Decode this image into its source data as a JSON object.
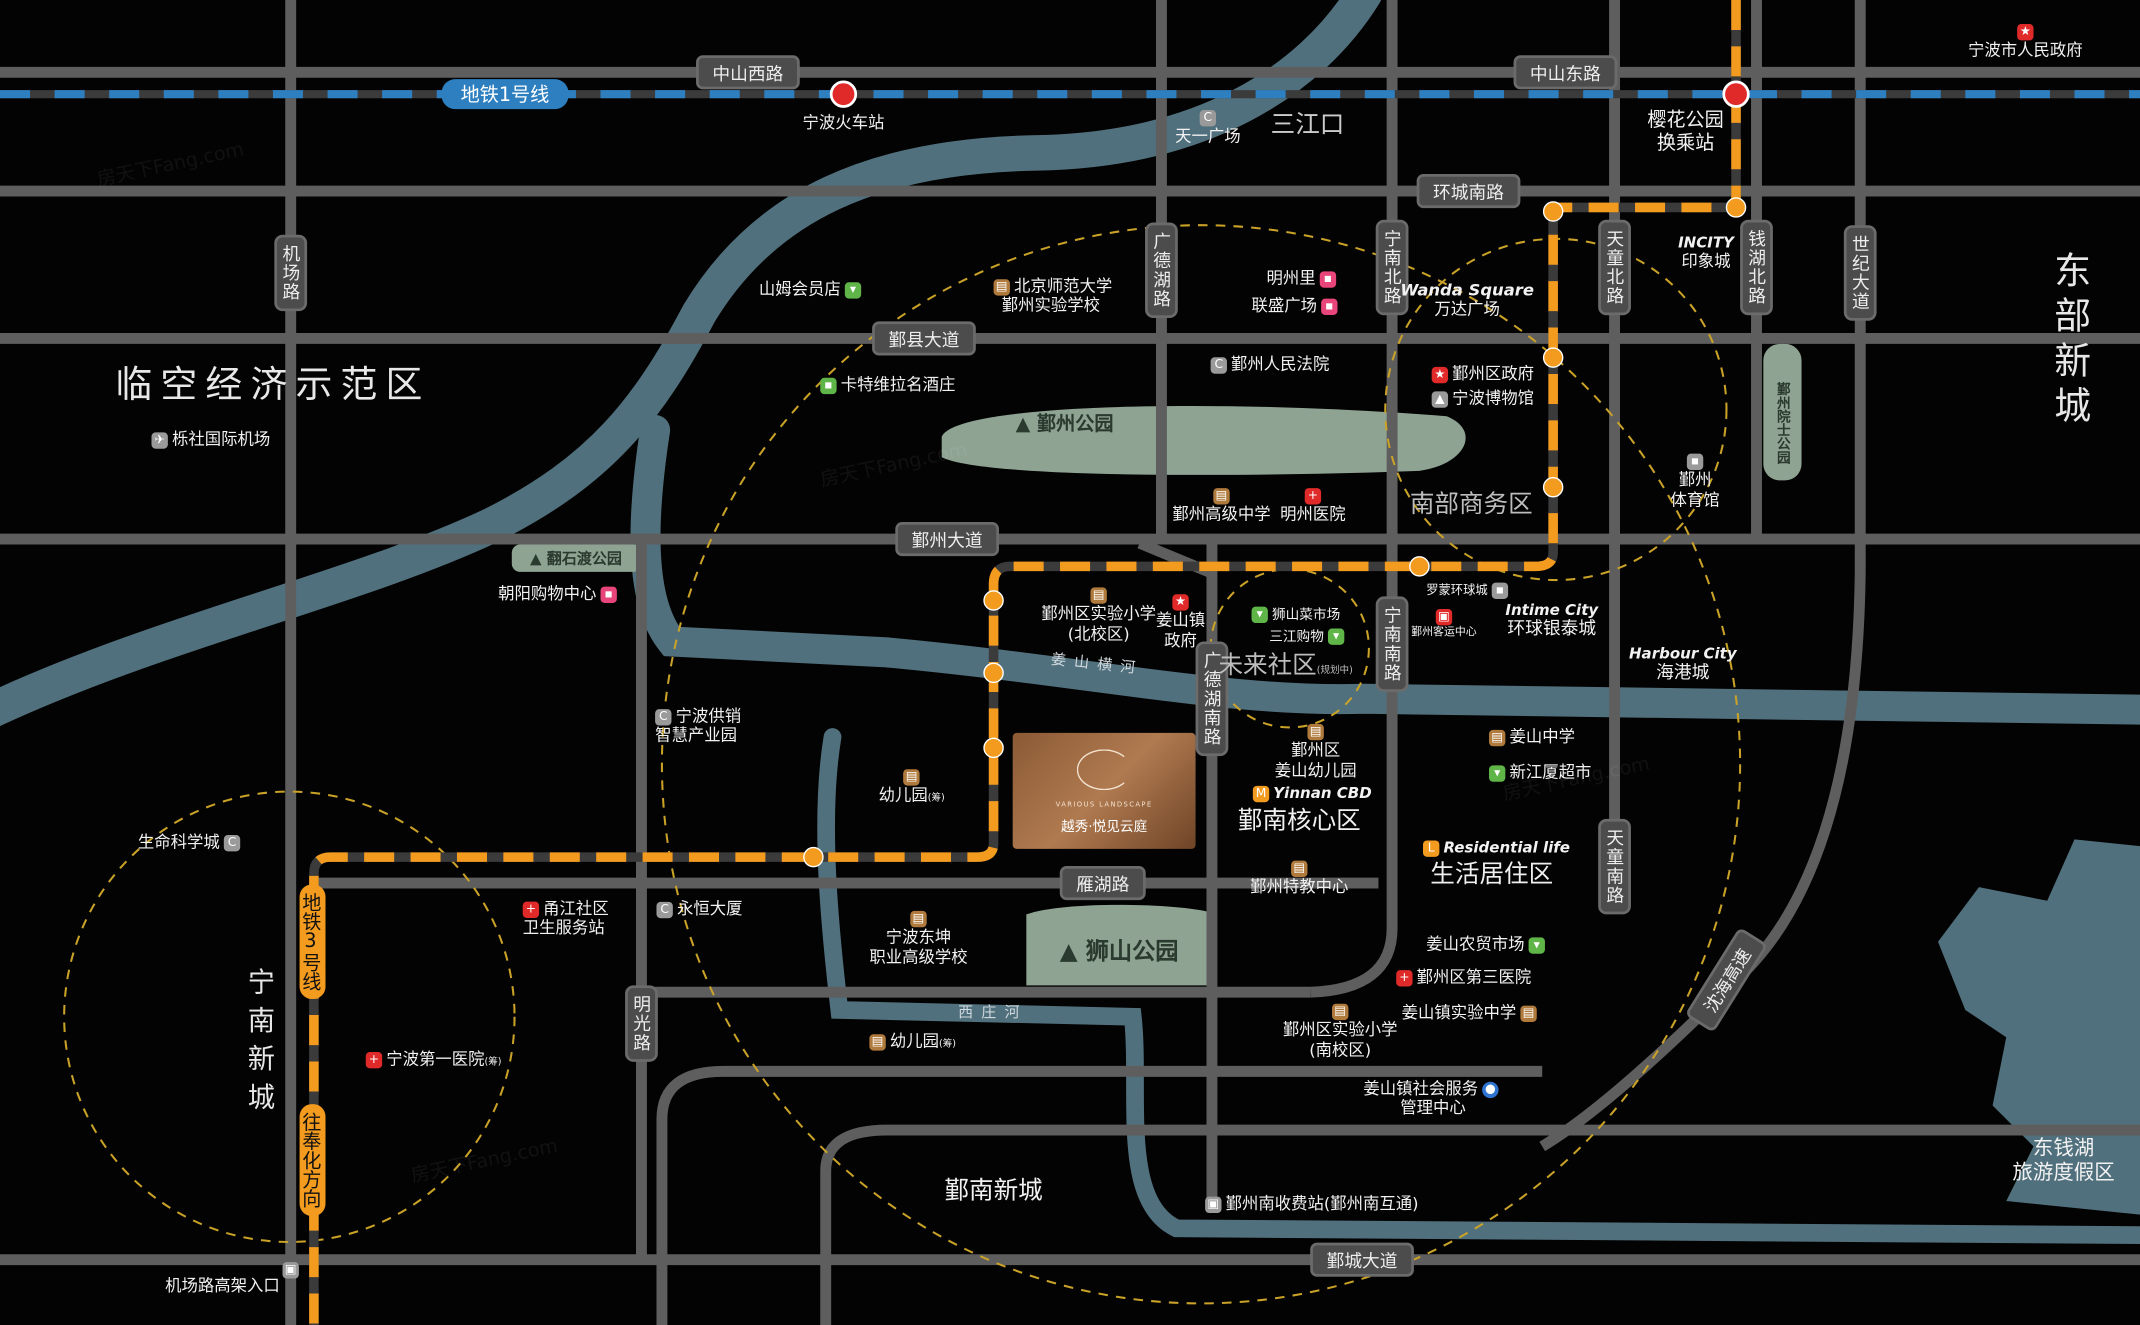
{
  "watermark": "房天下Fang.com",
  "colors": {
    "background": "#030303",
    "road": "#5e5e5e",
    "river": "#51707d",
    "park": "#8fa393",
    "metro1": "#2e7fc0",
    "metro3": "#f29b1f",
    "circle": "#c9a227"
  },
  "metro": {
    "line1": "地铁1号线",
    "line3": "地铁3号线",
    "direction": "往奉化方向"
  },
  "roads": {
    "zhongshan_w": "中山西路",
    "zhongshan_e": "中山东路",
    "huancheng_s": "环城南路",
    "yinxian": "鄞县大道",
    "yinzhou": "鄞州大道",
    "yanhu": "雁湖路",
    "yincheng": "鄞城大道",
    "jichang": "机场路",
    "guangdehu": "广德湖路",
    "guangdehu_s": "广德湖南路",
    "ningnan_n": "宁南北路",
    "ningnan_s": "宁南南路",
    "tiantong_n": "天童北路",
    "tiantong_s": "天童南路",
    "qianhu_n": "钱湖北路",
    "shiji": "世纪大道",
    "mingguang": "明光路",
    "shenhai": "沈海高速"
  },
  "rivers": {
    "jiangshan": "姜山横河",
    "xizhuang": "西庄河"
  },
  "parks": {
    "yinzhou": "鄞州公园",
    "shishan": "狮山公园",
    "fanshidu": "翻石渡公园",
    "yuanshi": "鄞州院士公园"
  },
  "districts": {
    "linkong": "临空经济示范区",
    "dongbu": "东部新城",
    "ningnan": "宁南新城",
    "nanbu": "南部商务区",
    "weilai": "未来社区",
    "weilai_note": "(规划中)",
    "hexin": "鄞南核心区",
    "hexin_en": "Yinnan CBD",
    "shenghuo": "生活居住区",
    "shenghuo_en": "Residential life",
    "yinnan": "鄞南新城",
    "sanjiangkou": "三江口",
    "dongqianhu_1": "东钱湖",
    "dongqianhu_2": "旅游度假区"
  },
  "pois": {
    "railway": "宁波火车站",
    "tianyi": "天一广场",
    "yinghua_1": "樱花公园",
    "yinghua_2": "换乘站",
    "city_gov": "宁波市人民政府",
    "sams": "山姆会员店",
    "bnu_1": "北京师范大学",
    "bnu_2": "鄞州实验学校",
    "mingzhouli": "明州里",
    "liansheng": "联盛广场",
    "wanda_en": "Wanda Square",
    "wanda": "万达广场",
    "incity_en": "INCITY",
    "incity": "印象城",
    "katewei": "卡特维拉名酒庄",
    "court": "鄞州人民法院",
    "district_gov": "鄞州区政府",
    "museum": "宁波博物馆",
    "airport": "栎社国际机场",
    "gym_1": "鄞州",
    "gym_2": "体育馆",
    "gaozhong": "鄞州高级中学",
    "mingzhou_hosp": "明州医院",
    "chaoyang": "朝阳购物中心",
    "shiyan_n_1": "鄞州区实验小学",
    "shiyan_n_2": "(北校区)",
    "jiangshan_gov_1": "姜山镇",
    "jiangshan_gov_2": "政府",
    "shishan_market": "狮山菜市场",
    "sanjiang": "三江购物",
    "luomeng": "罗蒙环球城",
    "bus_center": "鄞州客运中心",
    "intime_en": "Intime City",
    "intime": "环球银泰城",
    "harbour_en": "Harbour City",
    "harbour": "海港城",
    "gongxiao_1": "宁波供销",
    "gongxiao_2": "智慧产业园",
    "kinder_js_1": "鄞州区",
    "kinder_js_2": "姜山幼儿园",
    "jiangshan_ms": "姜山中学",
    "xinjiangsha": "新江厦超市",
    "kinder_1": "幼儿园",
    "kinder_note": "(筹)",
    "life_sci": "生命科学城",
    "special_edu": "鄞州特教中心",
    "yongjiang_1": "甬江社区",
    "yongjiang_2": "卫生服务站",
    "yongheng": "永恒大厦",
    "dongkun_1": "宁波东坤",
    "dongkun_2": "职业高级学校",
    "farm_market": "姜山农贸市场",
    "hosp3": "鄞州区第三医院",
    "shiyan_s_1": "鄞州区实验小学",
    "shiyan_s_2": "(南校区)",
    "js_shiyan": "姜山镇实验中学",
    "kinder_2": "幼儿园",
    "first_hosp": "宁波第一医院",
    "first_hosp_note": "(筹)",
    "service_1": "姜山镇社会服务",
    "service_2": "管理中心",
    "toll": "鄞州南收费站(鄞州南互通)",
    "airport_entry": "机场路高架入口"
  },
  "project": {
    "en": "VARIOUS LANDSCAPE",
    "name": "越秀·悦见云庭"
  }
}
